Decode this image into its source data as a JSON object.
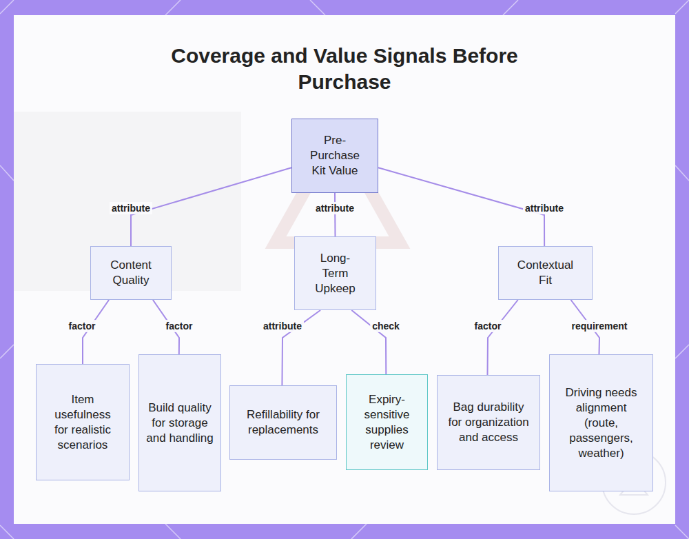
{
  "diagram": {
    "title": "Coverage and Value Signals Before Purchase",
    "nodes": [
      {
        "text": [
          "Pre-Purchase Kit Value"
        ]
      },
      {
        "text": [
          "Content Quality"
        ]
      },
      {
        "text": [
          "Long-Term Upkeep"
        ]
      },
      {
        "text": [
          "Contextual Fit"
        ]
      },
      {
        "text": [
          "Item usefulness for realistic scenarios"
        ]
      },
      {
        "text": [
          "Build quality for storage and handling"
        ]
      },
      {
        "text": [
          "Refillability for replacements"
        ]
      },
      {
        "text": [
          "Expiry-sensitive supplies review"
        ]
      },
      {
        "text": [
          "Bag durability for organization and access"
        ]
      },
      {
        "text": [
          "Driving needs alignment (route, passengers, weather)"
        ]
      }
    ],
    "edges": [
      {
        "from": 0,
        "to": 1,
        "label": "attribute",
        "arrow": "none"
      },
      {
        "from": 0,
        "to": 2,
        "label": "attribute",
        "arrow": "none"
      },
      {
        "from": 0,
        "to": 3,
        "label": "attribute",
        "arrow": "none"
      },
      {
        "from": 1,
        "to": 4,
        "label": "factor",
        "arrow": "none"
      },
      {
        "from": 1,
        "to": 5,
        "label": "factor",
        "arrow": "none"
      },
      {
        "from": 2,
        "to": 6,
        "label": "attribute",
        "arrow": "none"
      },
      {
        "from": 2,
        "to": 7,
        "label": "check",
        "arrow": "none"
      },
      {
        "from": 3,
        "to": 8,
        "label": "factor",
        "arrow": "none"
      },
      {
        "from": 3,
        "to": 9,
        "label": "requirement",
        "arrow": "none"
      }
    ]
  }
}
